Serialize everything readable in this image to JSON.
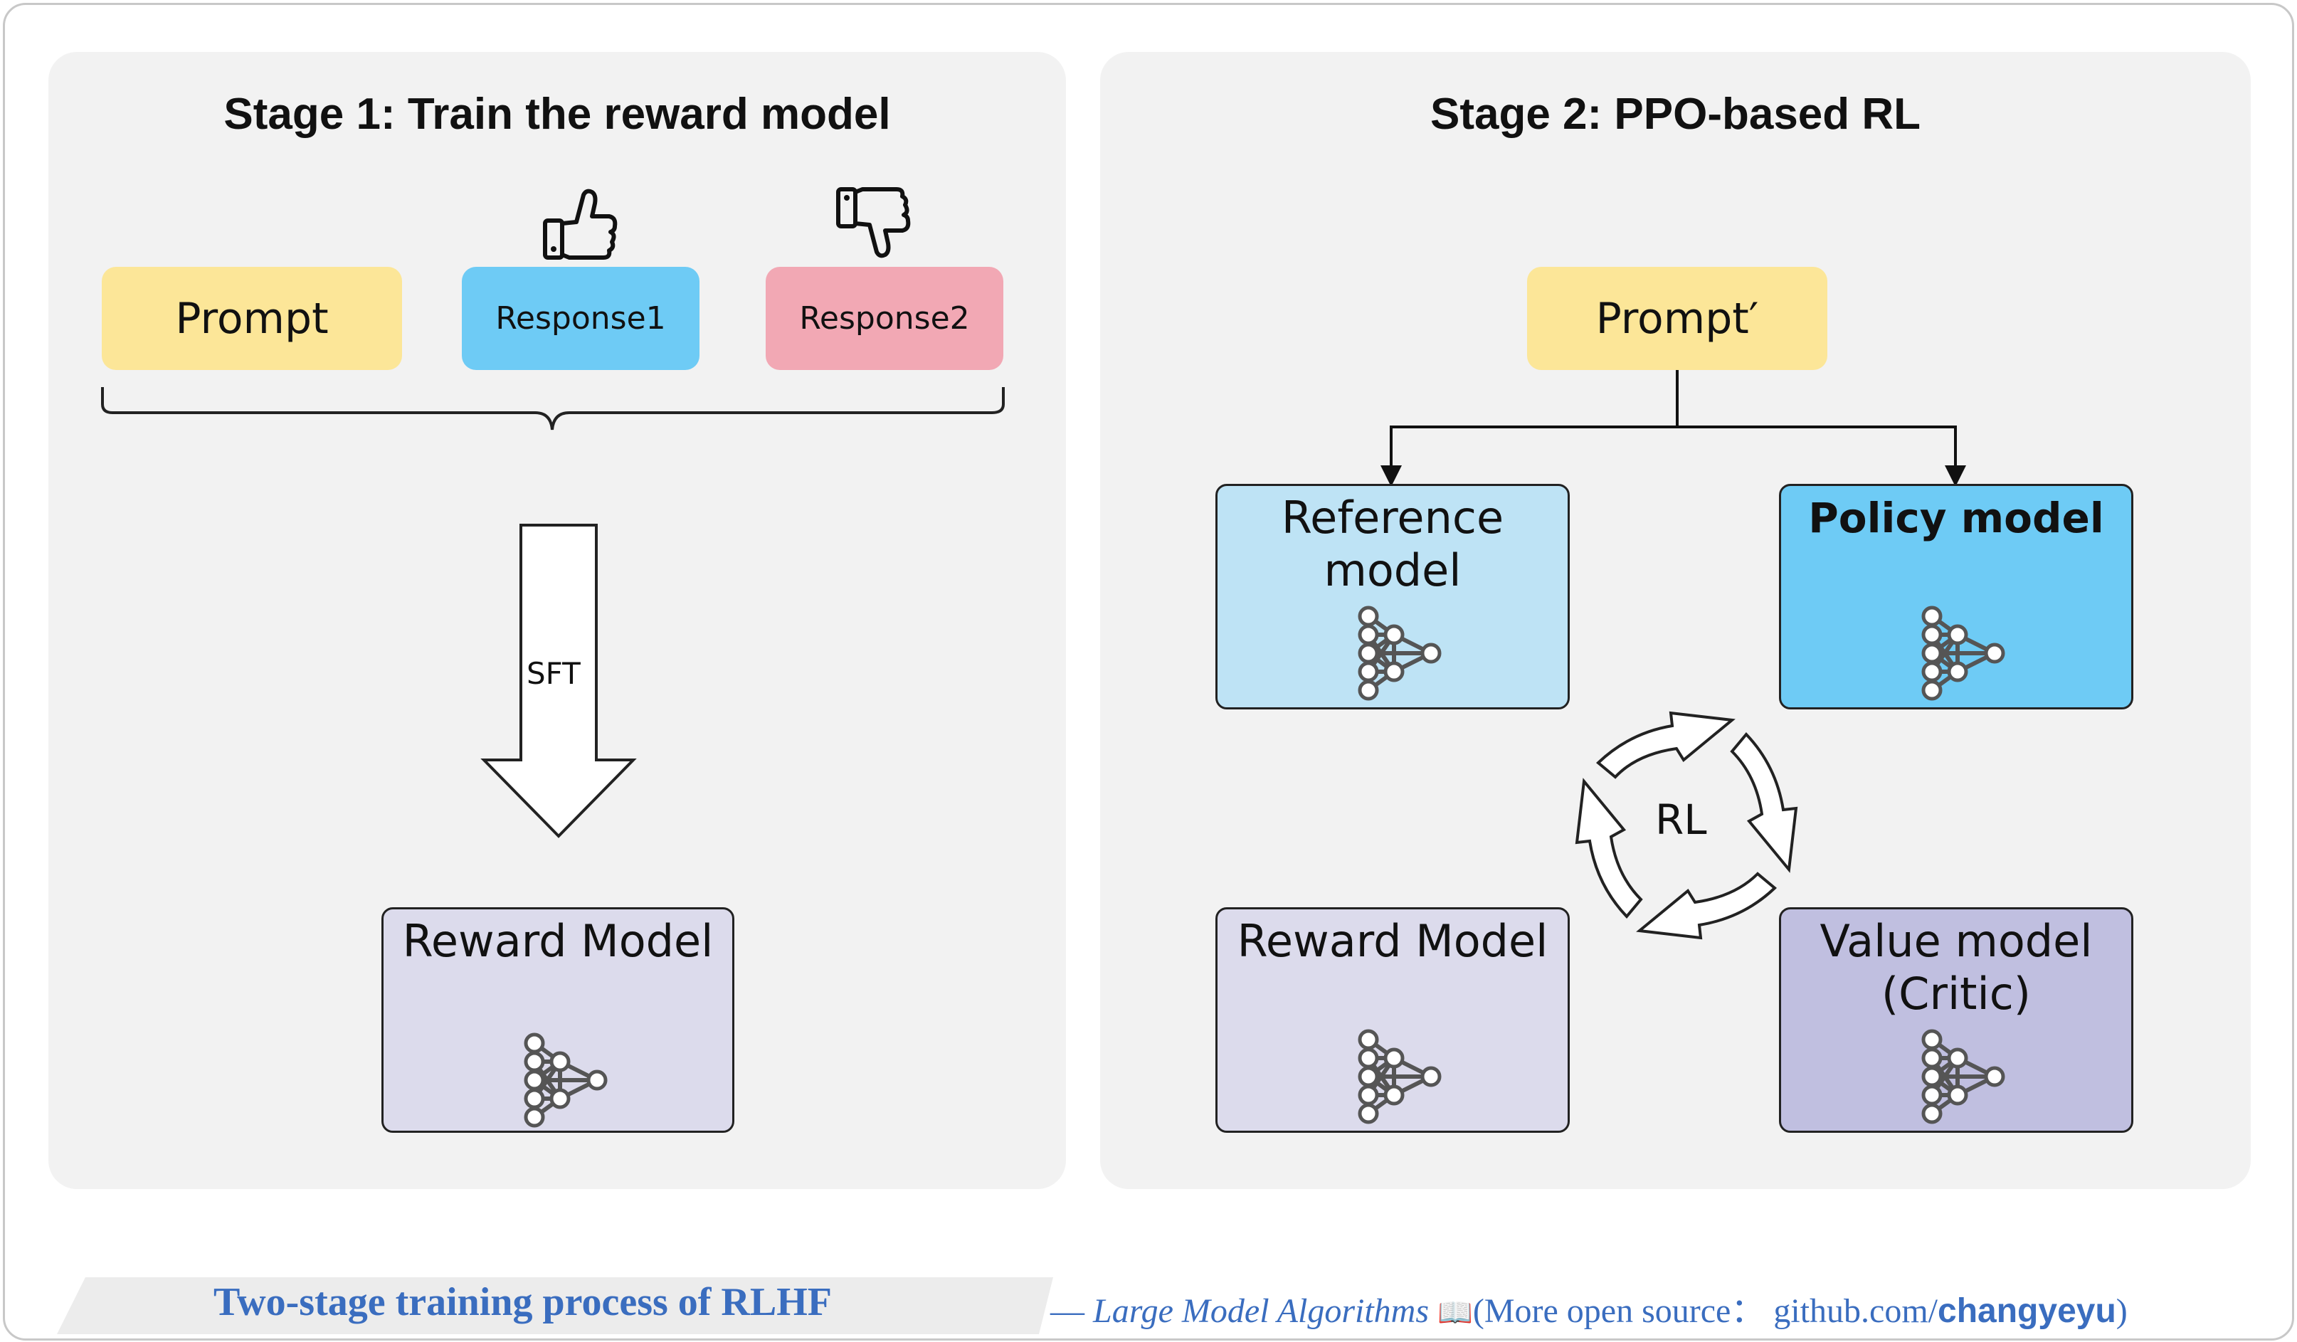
{
  "stage1": {
    "title": "Stage 1: Train the reward model",
    "prompt": "Prompt",
    "response1": "Response1",
    "response2": "Response2",
    "arrow_label": "SFT",
    "reward_model": "Reward Model"
  },
  "stage2": {
    "title": "Stage 2: PPO-based RL",
    "prompt": "Prompt′",
    "reference_model": "Reference\nmodel",
    "policy_model": "Policy model",
    "reward_model": "Reward Model",
    "value_model": "Value model\n(Critic)",
    "cycle_label": "RL"
  },
  "footer": {
    "caption": "Two-stage training process of RLHF",
    "attrib_prefix": "— ",
    "attrib_book": "Large Model Algorithms",
    "attrib_icon": "📖",
    "attrib_paren_open": "(More open source：  github.com/",
    "attrib_user": "changyeyu",
    "attrib_paren_close": ")"
  },
  "colors": {
    "prompt": "#fce698",
    "response1": "#6ecbf5",
    "response2": "#f2a8b4",
    "reference": "#bee3f5",
    "policy": "#6ecbf5",
    "reward": "#dcdbec",
    "value": "#c0bfe0",
    "caption": "#3a6dbf"
  },
  "icons": [
    "thumbs-up-icon",
    "thumbs-down-icon",
    "neural-network-icon",
    "down-arrow-icon",
    "cycle-arrows-icon"
  ]
}
